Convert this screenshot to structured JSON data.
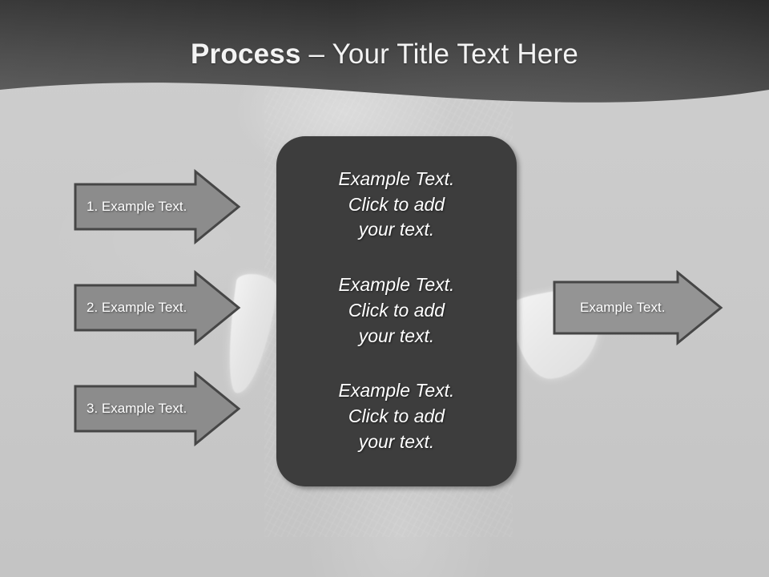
{
  "slide": {
    "title_strong": "Process",
    "title_rest": " – Your Title Text Here",
    "background_color": "#c8c8c8",
    "header_color": "#3b3b3b",
    "accent_color": "#8c8c8c",
    "panel_color": "#3d3d3d"
  },
  "input_steps": [
    {
      "label": "1. Example Text."
    },
    {
      "label": "2. Example Text."
    },
    {
      "label": "3. Example Text."
    }
  ],
  "centre_panel": {
    "blocks": [
      {
        "text": "Example Text.\nClick  to add\nyour text."
      },
      {
        "text": "Example Text.\nClick  to add\nyour text."
      },
      {
        "text": "Example Text.\nClick  to add\nyour text."
      }
    ]
  },
  "output_step": {
    "label": "Example Text."
  }
}
